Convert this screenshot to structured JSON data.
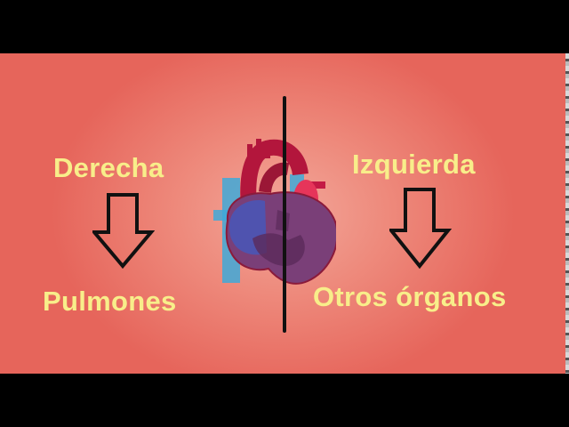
{
  "left_side": {
    "heading": "Derecha",
    "destination": "Pulmones"
  },
  "right_side": {
    "heading": "Izquierda",
    "destination": "Otros órganos"
  },
  "colors": {
    "background": "#e6655b",
    "label_text": "#f8ee8a",
    "arrow_stroke": "#111111",
    "heart_red": "#8b1a3a",
    "heart_purple": "#7a3f78",
    "vessel_blue": "#3fa9d8"
  },
  "icons": [
    "heart-illustration-icon",
    "down-arrow-icon"
  ]
}
